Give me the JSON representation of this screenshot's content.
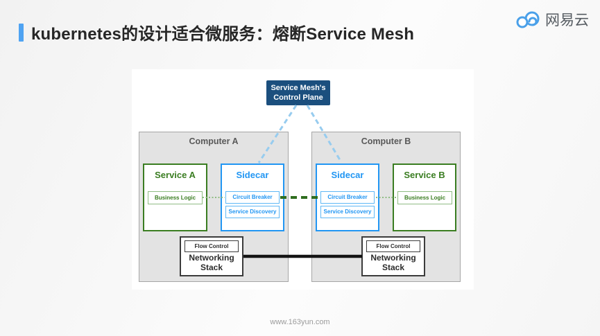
{
  "slide": {
    "title": "kubernetes的设计适合微服务：熔断Service Mesh",
    "logo_text": "网易云",
    "footer_url": "www.163yun.com"
  },
  "diagram": {
    "control_plane": {
      "line1": "Service Mesh's",
      "line2": "Control Plane"
    },
    "computers": {
      "a": {
        "label": "Computer A",
        "service_title": "Service A",
        "business_logic": "Business Logic",
        "sidecar_title": "Sidecar",
        "circuit_breaker": "Circuit Breaker",
        "service_discovery": "Service Discovery",
        "flow_control": "Flow Control",
        "networking_stack": "Networking Stack"
      },
      "b": {
        "label": "Computer B",
        "service_title": "Service B",
        "business_logic": "Business Logic",
        "sidecar_title": "Sidecar",
        "circuit_breaker": "Circuit Breaker",
        "service_discovery": "Service Discovery",
        "flow_control": "Flow Control",
        "networking_stack": "Networking Stack"
      }
    }
  },
  "colors": {
    "accent": "#4FA3F2",
    "title_text": "#262626",
    "logo_blue": "#4AA0E9",
    "logo_text": "#555B61",
    "canvas_bg": "#FFFFFF",
    "control_plane_bg": "#1B4F7E",
    "control_plane_text": "#FFFFFF",
    "control_dash": "#97CCEF",
    "computer_bg": "#E3E3E3",
    "computer_border": "#A6A6A6",
    "computer_label": "#595959",
    "green": "#3A7D21",
    "green_light": "#8FBC83",
    "blue": "#2196F3",
    "blue_light": "#5FB8F5",
    "dark_green": "#2F6D1F",
    "stack_border": "#3B3B3B",
    "stack_text": "#2B2B2B",
    "black_line": "#141414",
    "footer_text": "#9B9B9B"
  }
}
